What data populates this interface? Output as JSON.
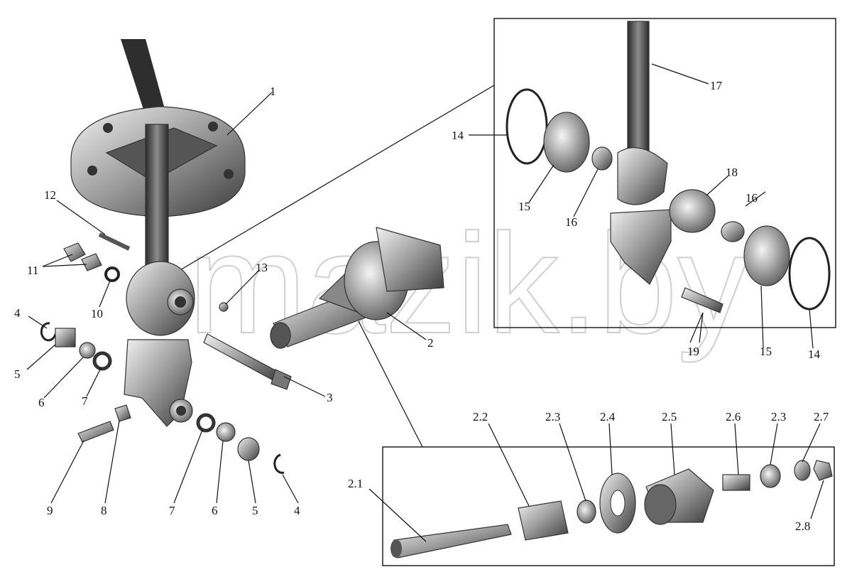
{
  "watermark": "mazik.by",
  "colors": {
    "part_dark": "#2b2b2b",
    "part_mid": "#8a8a8a",
    "part_light": "#d8d8d8",
    "line": "#111111"
  },
  "labels": {
    "l1": "1",
    "l2": "2",
    "l3": "3",
    "l4a": "4",
    "l4b": "4",
    "l5a": "5",
    "l5b": "5",
    "l6a": "6",
    "l6b": "6",
    "l7a": "7",
    "l7b": "7",
    "l8": "8",
    "l9": "9",
    "l10": "10",
    "l11": "11",
    "l12": "12",
    "l13": "13",
    "l14a": "14",
    "l14b": "14",
    "l15a": "15",
    "l15b": "15",
    "l16a": "16",
    "l16b": "16",
    "l17": "17",
    "l18": "18",
    "l19": "19",
    "l21": "2.1",
    "l22": "2.2",
    "l23a": "2.3",
    "l23b": "2.3",
    "l24": "2.4",
    "l25": "2.5",
    "l26": "2.6",
    "l27": "2.7",
    "l28": "2.8"
  }
}
